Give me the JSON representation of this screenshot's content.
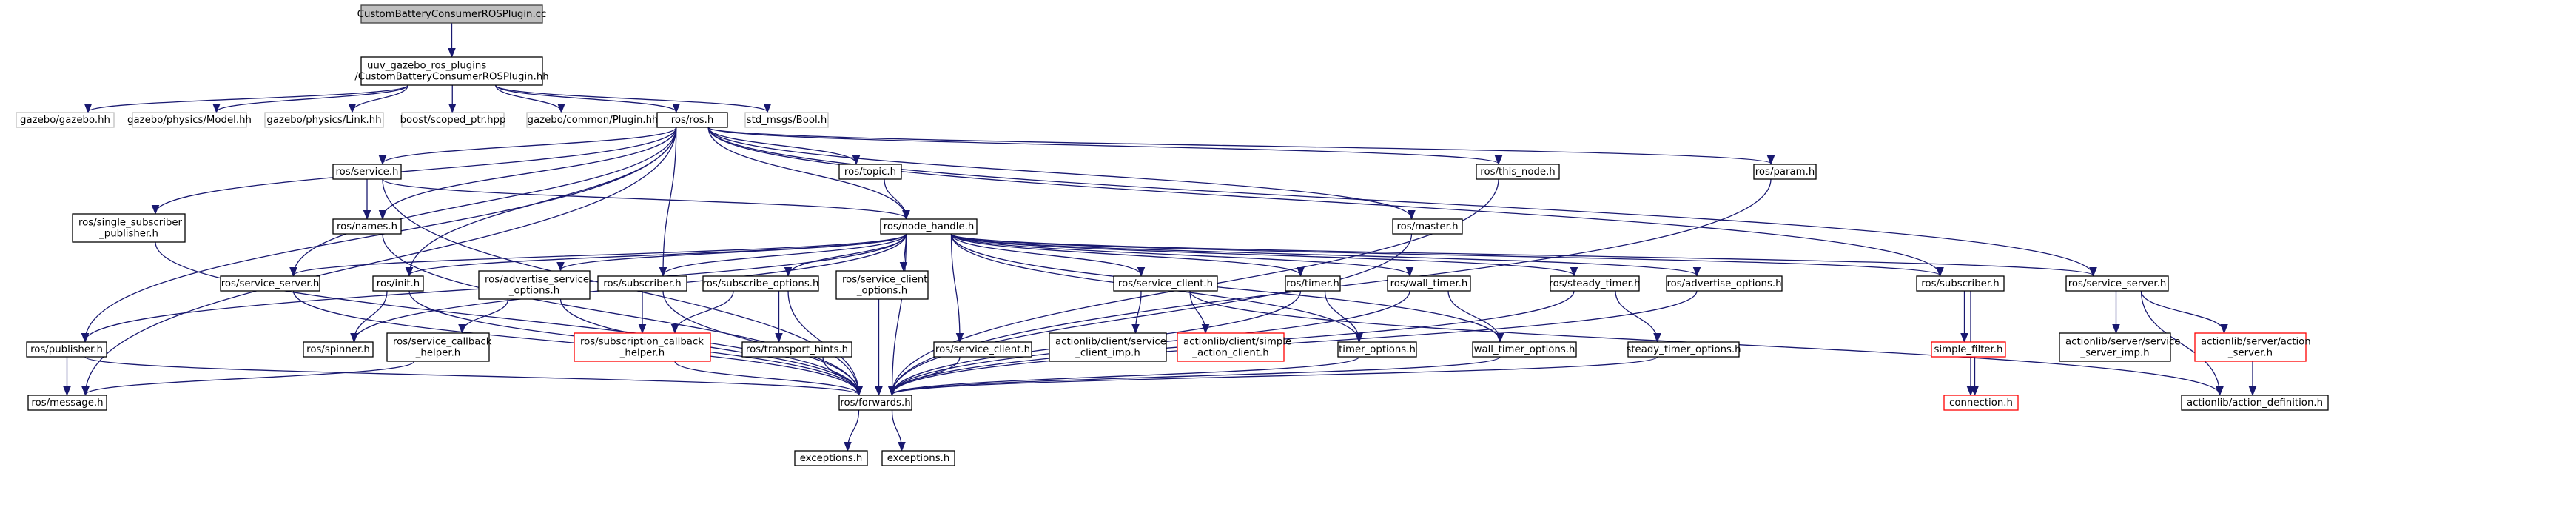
{
  "nodes": [
    {
      "id": "n0",
      "lines": [
        "CustomBatteryConsumerROSPlugin.cc"
      ],
      "style": "focus"
    },
    {
      "id": "n1",
      "lines": [
        "uuv_gazebo_ros_plugins",
        "/CustomBatteryConsumerROSPlugin.hh"
      ],
      "style": "normal"
    },
    {
      "id": "n2",
      "lines": [
        "gazebo/gazebo.hh"
      ],
      "style": "missing"
    },
    {
      "id": "n3",
      "lines": [
        "gazebo/physics/Model.hh"
      ],
      "style": "missing"
    },
    {
      "id": "n4",
      "lines": [
        "gazebo/physics/Link.hh"
      ],
      "style": "missing"
    },
    {
      "id": "n5",
      "lines": [
        "boost/scoped_ptr.hpp"
      ],
      "style": "missing"
    },
    {
      "id": "n6",
      "lines": [
        "gazebo/common/Plugin.hh"
      ],
      "style": "missing"
    },
    {
      "id": "n7",
      "lines": [
        "ros/ros.h"
      ],
      "style": "normal"
    },
    {
      "id": "n8",
      "lines": [
        "std_msgs/Bool.h"
      ],
      "style": "missing"
    },
    {
      "id": "n9",
      "lines": [
        "ros/service.h"
      ],
      "style": "normal"
    },
    {
      "id": "n10",
      "lines": [
        "ros/topic.h"
      ],
      "style": "normal"
    },
    {
      "id": "n11",
      "lines": [
        "ros/this_node.h"
      ],
      "style": "normal"
    },
    {
      "id": "n12",
      "lines": [
        "ros/param.h"
      ],
      "style": "normal"
    },
    {
      "id": "n13",
      "lines": [
        "ros/single_subscriber",
        "_publisher.h"
      ],
      "style": "normal"
    },
    {
      "id": "n14",
      "lines": [
        "ros/names.h"
      ],
      "style": "normal"
    },
    {
      "id": "n15",
      "lines": [
        "ros/node_handle.h"
      ],
      "style": "normal"
    },
    {
      "id": "n16",
      "lines": [
        "ros/master.h"
      ],
      "style": "normal"
    },
    {
      "id": "n17",
      "lines": [
        "ros/service_server.h"
      ],
      "style": "normal"
    },
    {
      "id": "n18",
      "lines": [
        "ros/init.h"
      ],
      "style": "normal"
    },
    {
      "id": "n19",
      "lines": [
        "ros/advertise_service",
        "_options.h"
      ],
      "style": "normal"
    },
    {
      "id": "n20",
      "lines": [
        "ros/subscriber.h"
      ],
      "style": "normal"
    },
    {
      "id": "n21",
      "lines": [
        "ros/subscribe_options.h"
      ],
      "style": "normal"
    },
    {
      "id": "n22",
      "lines": [
        "ros/service_client",
        "_options.h"
      ],
      "style": "normal"
    },
    {
      "id": "n23",
      "lines": [
        "ros/service_client.h"
      ],
      "style": "normal"
    },
    {
      "id": "n24",
      "lines": [
        "ros/timer.h"
      ],
      "style": "normal"
    },
    {
      "id": "n25",
      "lines": [
        "ros/wall_timer.h"
      ],
      "style": "normal"
    },
    {
      "id": "n26",
      "lines": [
        "ros/steady_timer.h"
      ],
      "style": "normal"
    },
    {
      "id": "n27",
      "lines": [
        "ros/advertise_options.h"
      ],
      "style": "normal"
    },
    {
      "id": "n28",
      "lines": [
        "ros/subscriber.h"
      ],
      "style": "normal"
    },
    {
      "id": "n29",
      "lines": [
        "ros/service_server.h"
      ],
      "style": "normal"
    },
    {
      "id": "n30",
      "lines": [
        "ros/publisher.h"
      ],
      "style": "normal"
    },
    {
      "id": "n31",
      "lines": [
        "ros/spinner.h"
      ],
      "style": "normal"
    },
    {
      "id": "n32",
      "lines": [
        "ros/service_callback",
        "_helper.h"
      ],
      "style": "normal"
    },
    {
      "id": "n33",
      "lines": [
        "ros/subscription_callback",
        "_helper.h"
      ],
      "style": "red"
    },
    {
      "id": "n34",
      "lines": [
        "ros/transport_hints.h"
      ],
      "style": "normal"
    },
    {
      "id": "n35",
      "lines": [
        "ros/service_client.h"
      ],
      "style": "normal"
    },
    {
      "id": "n36",
      "lines": [
        "actionlib/client/service",
        "_client_imp.h"
      ],
      "style": "normal"
    },
    {
      "id": "n37",
      "lines": [
        "actionlib/client/simple",
        "_action_client.h"
      ],
      "style": "red"
    },
    {
      "id": "n38",
      "lines": [
        "timer_options.h"
      ],
      "style": "normal"
    },
    {
      "id": "n39",
      "lines": [
        "wall_timer_options.h"
      ],
      "style": "normal"
    },
    {
      "id": "n40",
      "lines": [
        "steady_timer_options.h"
      ],
      "style": "normal"
    },
    {
      "id": "n41",
      "lines": [
        "simple_filter.h"
      ],
      "style": "red"
    },
    {
      "id": "n42",
      "lines": [
        "actionlib/server/service",
        "_server_imp.h"
      ],
      "style": "normal"
    },
    {
      "id": "n43",
      "lines": [
        "actionlib/server/action",
        "_server.h"
      ],
      "style": "red"
    },
    {
      "id": "n44",
      "lines": [
        "ros/message.h"
      ],
      "style": "normal"
    },
    {
      "id": "n45",
      "lines": [
        "ros/forwards.h"
      ],
      "style": "normal"
    },
    {
      "id": "n46",
      "lines": [
        "connection.h"
      ],
      "style": "red"
    },
    {
      "id": "n47",
      "lines": [
        "actionlib/action_definition.h"
      ],
      "style": "normal"
    },
    {
      "id": "n48",
      "lines": [
        "exceptions.h"
      ],
      "style": "normal"
    },
    {
      "id": "n49",
      "lines": [
        "exceptions.h"
      ],
      "style": "normal"
    }
  ],
  "edges": [
    [
      "n0",
      "n1"
    ],
    [
      "n1",
      "n2"
    ],
    [
      "n1",
      "n3"
    ],
    [
      "n1",
      "n4"
    ],
    [
      "n1",
      "n5"
    ],
    [
      "n1",
      "n6"
    ],
    [
      "n1",
      "n7"
    ],
    [
      "n1",
      "n8"
    ],
    [
      "n7",
      "n9"
    ],
    [
      "n7",
      "n10"
    ],
    [
      "n7",
      "n11"
    ],
    [
      "n7",
      "n12"
    ],
    [
      "n7",
      "n13"
    ],
    [
      "n7",
      "n14"
    ],
    [
      "n7",
      "n15"
    ],
    [
      "n7",
      "n16"
    ],
    [
      "n7",
      "n17"
    ],
    [
      "n7",
      "n18"
    ],
    [
      "n7",
      "n20"
    ],
    [
      "n7",
      "n28"
    ],
    [
      "n7",
      "n29"
    ],
    [
      "n7",
      "n30"
    ],
    [
      "n7",
      "n44"
    ],
    [
      "n9",
      "n14"
    ],
    [
      "n9",
      "n15"
    ],
    [
      "n9",
      "n45"
    ],
    [
      "n10",
      "n15"
    ],
    [
      "n13",
      "n45"
    ],
    [
      "n14",
      "n45"
    ],
    [
      "n11",
      "n45"
    ],
    [
      "n12",
      "n45"
    ],
    [
      "n16",
      "n45"
    ],
    [
      "n15",
      "n17"
    ],
    [
      "n15",
      "n18"
    ],
    [
      "n15",
      "n19"
    ],
    [
      "n15",
      "n20"
    ],
    [
      "n15",
      "n21"
    ],
    [
      "n15",
      "n22"
    ],
    [
      "n15",
      "n23"
    ],
    [
      "n15",
      "n24"
    ],
    [
      "n15",
      "n25"
    ],
    [
      "n15",
      "n26"
    ],
    [
      "n15",
      "n27"
    ],
    [
      "n15",
      "n28"
    ],
    [
      "n15",
      "n29"
    ],
    [
      "n15",
      "n30"
    ],
    [
      "n15",
      "n31"
    ],
    [
      "n15",
      "n35"
    ],
    [
      "n15",
      "n38"
    ],
    [
      "n15",
      "n39"
    ],
    [
      "n15",
      "n45"
    ],
    [
      "n17",
      "n45"
    ],
    [
      "n18",
      "n31"
    ],
    [
      "n18",
      "n45"
    ],
    [
      "n19",
      "n32"
    ],
    [
      "n19",
      "n45"
    ],
    [
      "n20",
      "n33"
    ],
    [
      "n20",
      "n45"
    ],
    [
      "n21",
      "n33"
    ],
    [
      "n21",
      "n34"
    ],
    [
      "n21",
      "n45"
    ],
    [
      "n22",
      "n45"
    ],
    [
      "n23",
      "n36"
    ],
    [
      "n23",
      "n37"
    ],
    [
      "n23",
      "n47"
    ],
    [
      "n24",
      "n38"
    ],
    [
      "n24",
      "n45"
    ],
    [
      "n25",
      "n39"
    ],
    [
      "n25",
      "n45"
    ],
    [
      "n26",
      "n40"
    ],
    [
      "n26",
      "n45"
    ],
    [
      "n27",
      "n45"
    ],
    [
      "n28",
      "n41"
    ],
    [
      "n28",
      "n46"
    ],
    [
      "n29",
      "n42"
    ],
    [
      "n29",
      "n43"
    ],
    [
      "n29",
      "n47"
    ],
    [
      "n30",
      "n44"
    ],
    [
      "n30",
      "n45"
    ],
    [
      "n32",
      "n44"
    ],
    [
      "n33",
      "n45"
    ],
    [
      "n34",
      "n45"
    ],
    [
      "n35",
      "n45"
    ],
    [
      "n38",
      "n45"
    ],
    [
      "n39",
      "n45"
    ],
    [
      "n40",
      "n45"
    ],
    [
      "n41",
      "n46"
    ],
    [
      "n43",
      "n47"
    ],
    [
      "n45",
      "n48"
    ],
    [
      "n45",
      "n49"
    ]
  ]
}
